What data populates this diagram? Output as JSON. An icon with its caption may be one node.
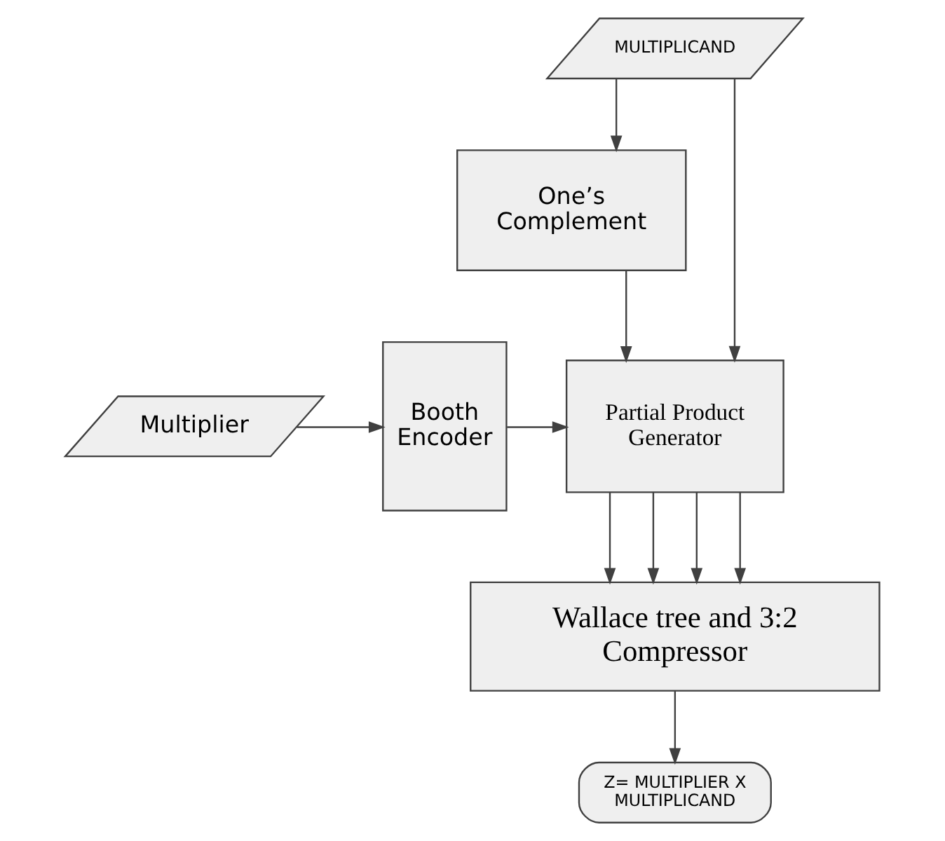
{
  "diagram": {
    "nodes": [
      {
        "text": [
          "MULTIPLICAND"
        ]
      },
      {
        "text": [
          "One’s Complement"
        ]
      },
      {
        "text": [
          "Multiplier"
        ]
      },
      {
        "text": [
          "Booth Encoder"
        ]
      },
      {
        "text": [
          "Partial Product Generator"
        ]
      },
      {
        "text": [
          "Wallace tree and 3:2 Compressor"
        ]
      },
      {
        "text": [
          "Z= MULTIPLIER X MULTIPLICAND"
        ]
      }
    ],
    "edges": [
      {
        "from": 0,
        "to": 1,
        "arrow": "to"
      },
      {
        "from": 0,
        "to": 4,
        "arrow": "to"
      },
      {
        "from": 1,
        "to": 4,
        "arrow": "to"
      },
      {
        "from": 2,
        "to": 3,
        "arrow": "to"
      },
      {
        "from": 3,
        "to": 4,
        "arrow": "to"
      },
      {
        "from": 4,
        "to": 5,
        "arrow": "to"
      },
      {
        "from": 4,
        "to": 5,
        "arrow": "to"
      },
      {
        "from": 4,
        "to": 5,
        "arrow": "to"
      },
      {
        "from": 4,
        "to": 5,
        "arrow": "to"
      },
      {
        "from": 5,
        "to": 6,
        "arrow": "to"
      }
    ]
  }
}
